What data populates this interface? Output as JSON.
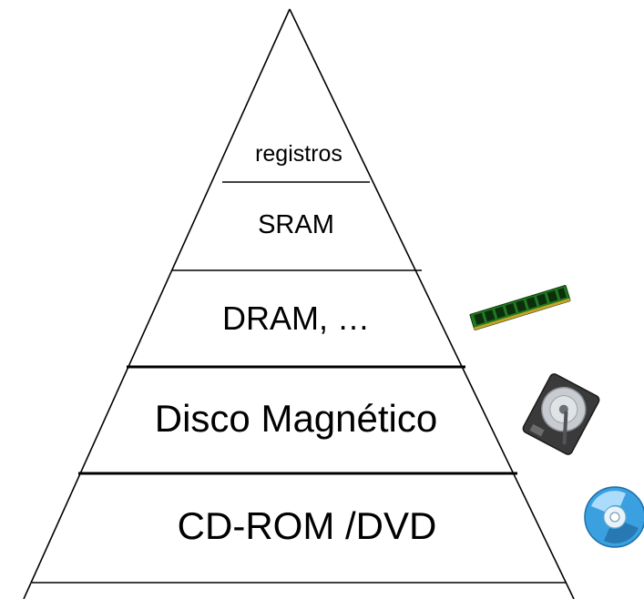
{
  "levels": [
    {
      "label": "registros"
    },
    {
      "label": "SRAM"
    },
    {
      "label": "DRAM, …",
      "icon": "ram-module-icon"
    },
    {
      "label": "Disco Magnético",
      "icon": "hard-disk-icon"
    },
    {
      "label": "CD-ROM /DVD",
      "icon": "optical-disc-icon"
    }
  ],
  "colors": {
    "stroke": "#000000",
    "background": "#ffffff",
    "ram_pcb": "#1f7a1f",
    "ram_chips": "#0d2e0d",
    "disc_blue": "#3aa0e0"
  }
}
